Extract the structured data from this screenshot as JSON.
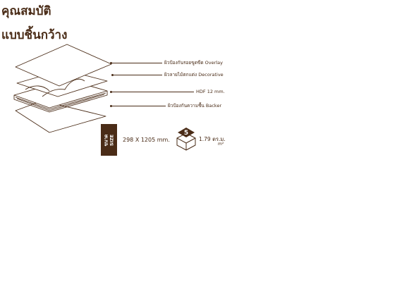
{
  "heading": {
    "title": "คุณสมบัติ",
    "subtitle": "แบบชิ้นกว้าง"
  },
  "layers": [
    {
      "label": "ผิวป้องกันรอยขูดขีด  Overlay"
    },
    {
      "label": "ผิวลายไม้ตกแต่ง  Decorative"
    },
    {
      "label": "HDF 12 mm."
    },
    {
      "label": "ผิวป้องกันความชื้น  Backer"
    }
  ],
  "size": {
    "badge_line1": "ขนาด",
    "badge_line2": "SIZE",
    "value": "298 X 1205   mm."
  },
  "pack": {
    "count": "5",
    "area": "1.79 ตร.ม.",
    "unit": "m²"
  },
  "colors": {
    "brand_brown": "#4a2c17"
  }
}
